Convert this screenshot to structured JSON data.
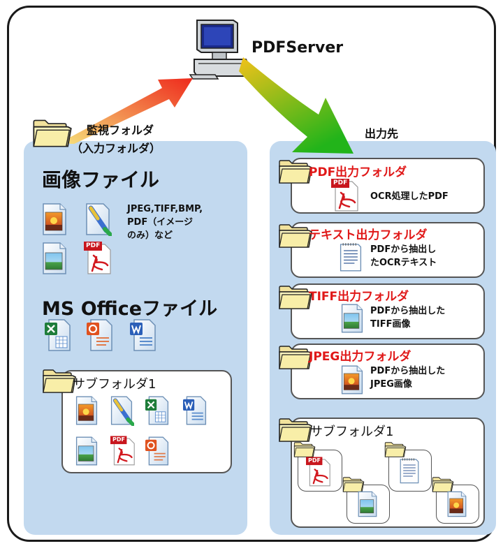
{
  "server": {
    "label": "PDFServer"
  },
  "watch": {
    "label_line1": "監視フォルダ",
    "label_line2": "（入力フォルダ）",
    "image_files_title": "画像ファイル",
    "image_formats_line1": "JPEG,TIFF,BMP,",
    "image_formats_line2": "PDF（イメージ",
    "image_formats_line3": "のみ）など",
    "office_title": "MS Officeファイル",
    "subfolder_label": "サブフォルダ1"
  },
  "output": {
    "label": "出力先",
    "pdf_folder": {
      "title": "PDF出力フォルダ",
      "desc_line1": "OCR処理したPDF"
    },
    "text_folder": {
      "title": "テキスト出力フォルダ",
      "desc_line1": "PDFから抽出し",
      "desc_line2": "たOCRテキスト"
    },
    "tiff_folder": {
      "title": "TIFF出力フォルダ",
      "desc_line1": "PDFから抽出した",
      "desc_line2": "TIFF画像"
    },
    "jpeg_folder": {
      "title": "JPEG出力フォルダ",
      "desc_line1": "PDFから抽出した",
      "desc_line2": "JPEG画像"
    },
    "subfolder_label": "サブフォルダ1"
  },
  "icon_text": {
    "pdf": "PDF"
  },
  "colors": {
    "panel": "#c2d9ef",
    "folder_title": "#e01818",
    "arrow_red": "#ee3322",
    "arrow_green": "#2fb31e"
  }
}
